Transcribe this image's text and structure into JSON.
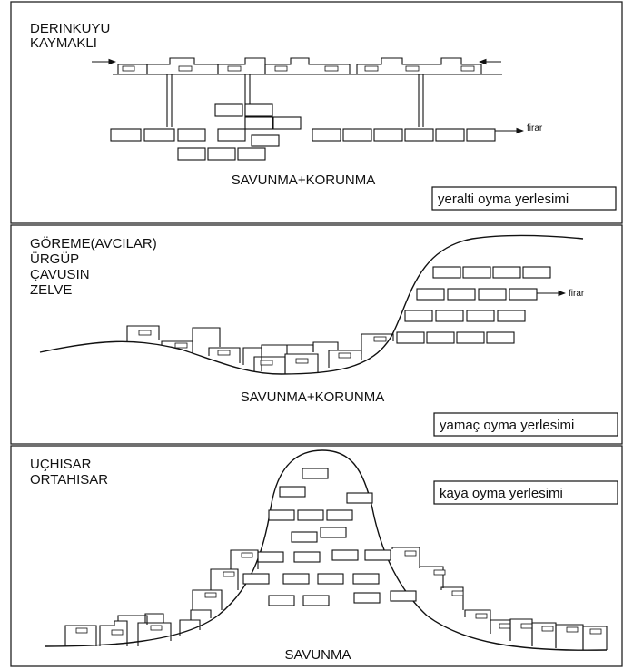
{
  "panels": [
    {
      "titles": [
        "DERINKUYU",
        "KAYMAKLI"
      ],
      "caption": "SAVUNMA+KORUNMA",
      "label": "yeralti oyma yerlesimi",
      "exit_label": "firar"
    },
    {
      "titles": [
        "GÖREME(AVCILAR)",
        "ÜRGÜP",
        "ÇAVUSIN",
        "ZELVE"
      ],
      "caption": "SAVUNMA+KORUNMA",
      "label": "yamaç oyma yerlesimi",
      "exit_label": "firar"
    },
    {
      "titles": [
        "UÇHISAR",
        "ORTAHISAR"
      ],
      "caption": "SAVUNMA",
      "label": "kaya oyma yerlesimi"
    }
  ]
}
